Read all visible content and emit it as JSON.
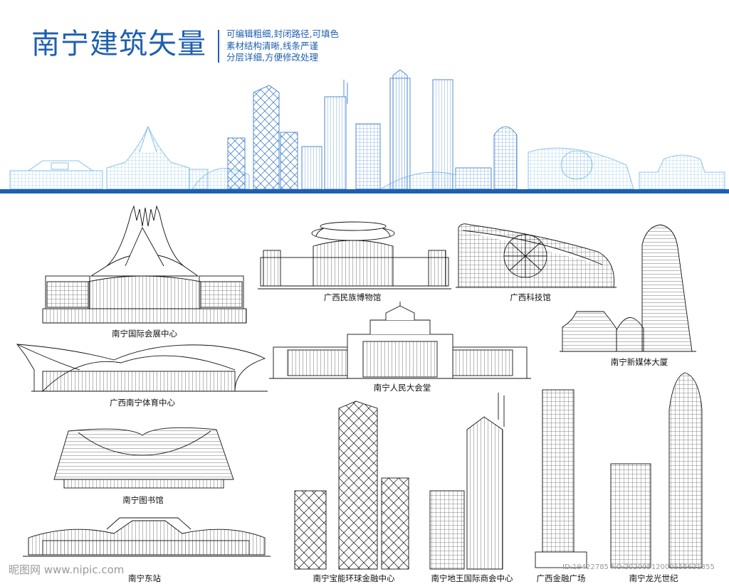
{
  "header": {
    "title": "南宁建筑矢量",
    "description": [
      "可编辑粗细,封闭路径,可填色",
      "素材结构清晰,线条严谨",
      "分层详细,方便修改处理"
    ]
  },
  "buildings": [
    {
      "name": "南宁国际会展中心"
    },
    {
      "name": "广西民族博物馆"
    },
    {
      "name": "广西科技馆"
    },
    {
      "name": "南宁新媒体大厦"
    },
    {
      "name": "南宁人民大会堂"
    },
    {
      "name": "广西南宁体育中心"
    },
    {
      "name": "南宁图书馆"
    },
    {
      "name": "南宁东站"
    },
    {
      "name": "南宁宝能环球金融中心"
    },
    {
      "name": "南宁地王国际商会中心"
    },
    {
      "name": "广西金融广场"
    },
    {
      "name": "南宁龙光世纪"
    }
  ],
  "watermark": {
    "left": "昵图网 www.nipic.com",
    "right": "ID:19422785 NO:20200512000555631355"
  },
  "colors": {
    "accent": "#1f5fb0",
    "skyline_light": "#6fb3e6",
    "line": "#111111"
  }
}
